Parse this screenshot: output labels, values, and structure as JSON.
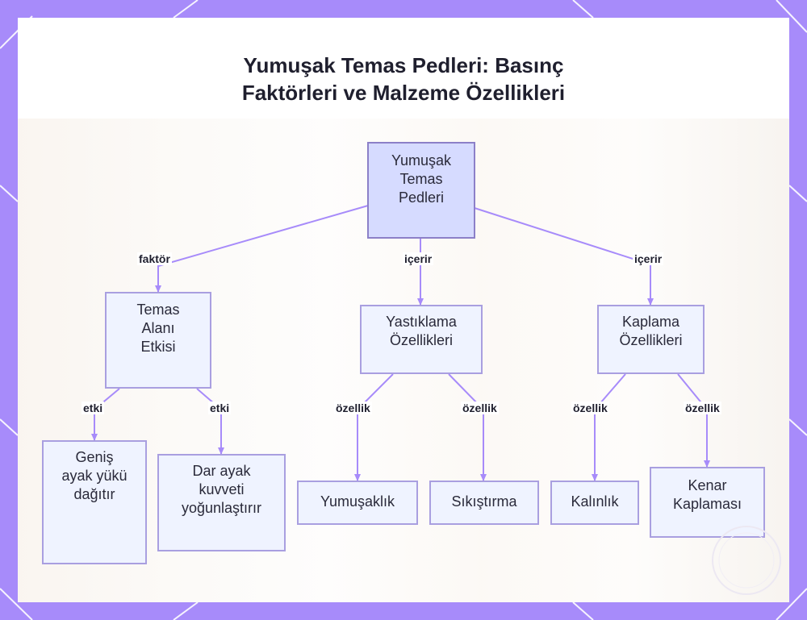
{
  "title_lines": [
    "Yumuşak Temas Pedleri: Basınç",
    "Faktörleri ve Malzeme Özellikleri"
  ],
  "colors": {
    "frame": "#a78bfa",
    "node_fill": "#eff3ff",
    "root_fill": "#d6dbff",
    "node_border": "#a99fe0",
    "edge": "#a78bfa"
  },
  "nodes": {
    "root": [
      "Yumuşak",
      "Temas",
      "Pedleri"
    ],
    "temas_alani": [
      "Temas",
      "Alanı",
      "Etkisi"
    ],
    "yastiklama": [
      "Yastıklama",
      "Özellikleri"
    ],
    "kaplama": [
      "Kaplama",
      "Özellikleri"
    ],
    "genis": [
      "Geniş",
      "ayak yükü",
      "dağıtır"
    ],
    "dar": [
      "Dar ayak",
      "kuvveti",
      "yoğunlaştırır"
    ],
    "yumusaklik": [
      "Yumuşaklık"
    ],
    "sikistirma": [
      "Sıkıştırma"
    ],
    "kalinlik": [
      "Kalınlık"
    ],
    "kenar": [
      "Kenar",
      "Kaplaması"
    ]
  },
  "edge_labels": {
    "root_temas": "faktör",
    "root_yastiklama": "içerir",
    "root_kaplama": "içerir",
    "temas_genis": "etki",
    "temas_dar": "etki",
    "yastiklama_yumusaklik": "özellik",
    "yastiklama_sikistirma": "özellik",
    "kaplama_kalinlik": "özellik",
    "kaplama_kenar": "özellik"
  }
}
